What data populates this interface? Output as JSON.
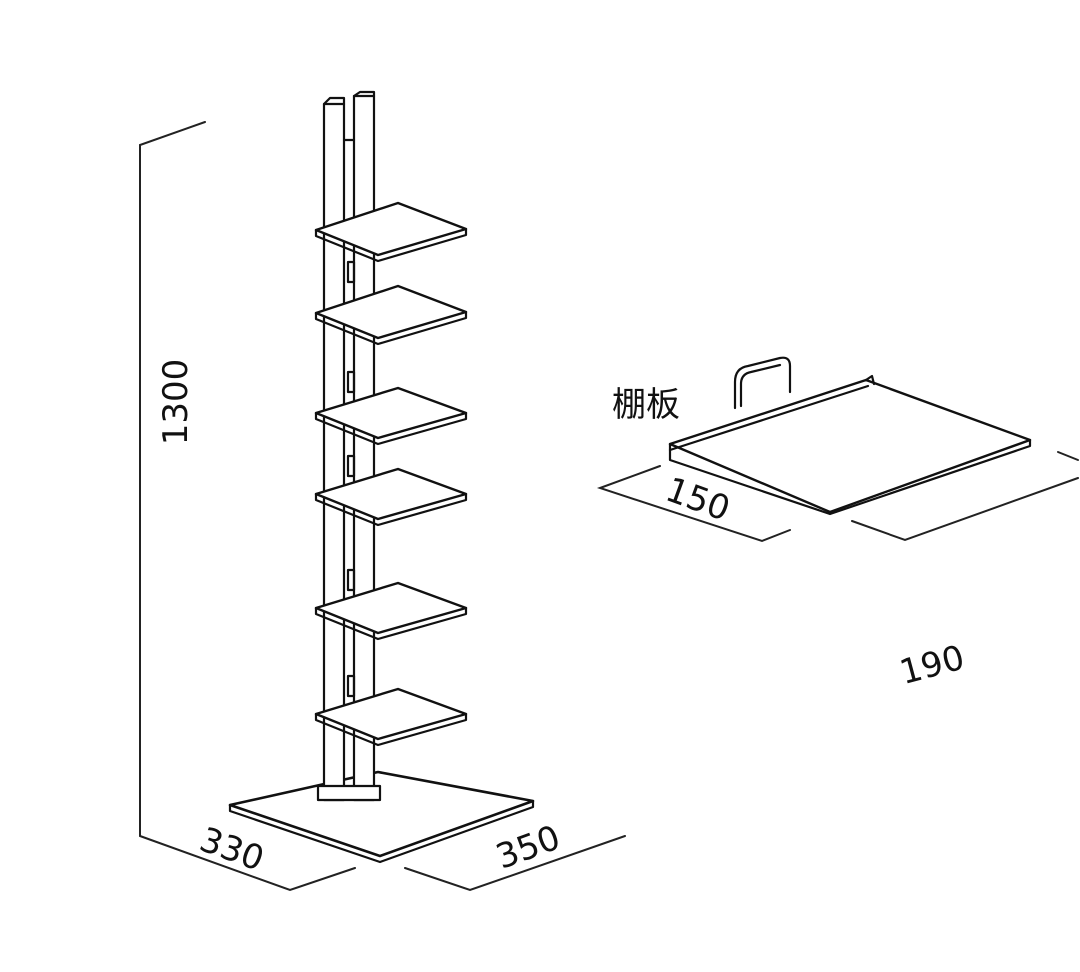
{
  "dimensions": {
    "height": "1300",
    "base_depth": "330",
    "base_width": "350",
    "shelf_depth": "150",
    "shelf_width": "190"
  },
  "shelf_label": "棚板"
}
